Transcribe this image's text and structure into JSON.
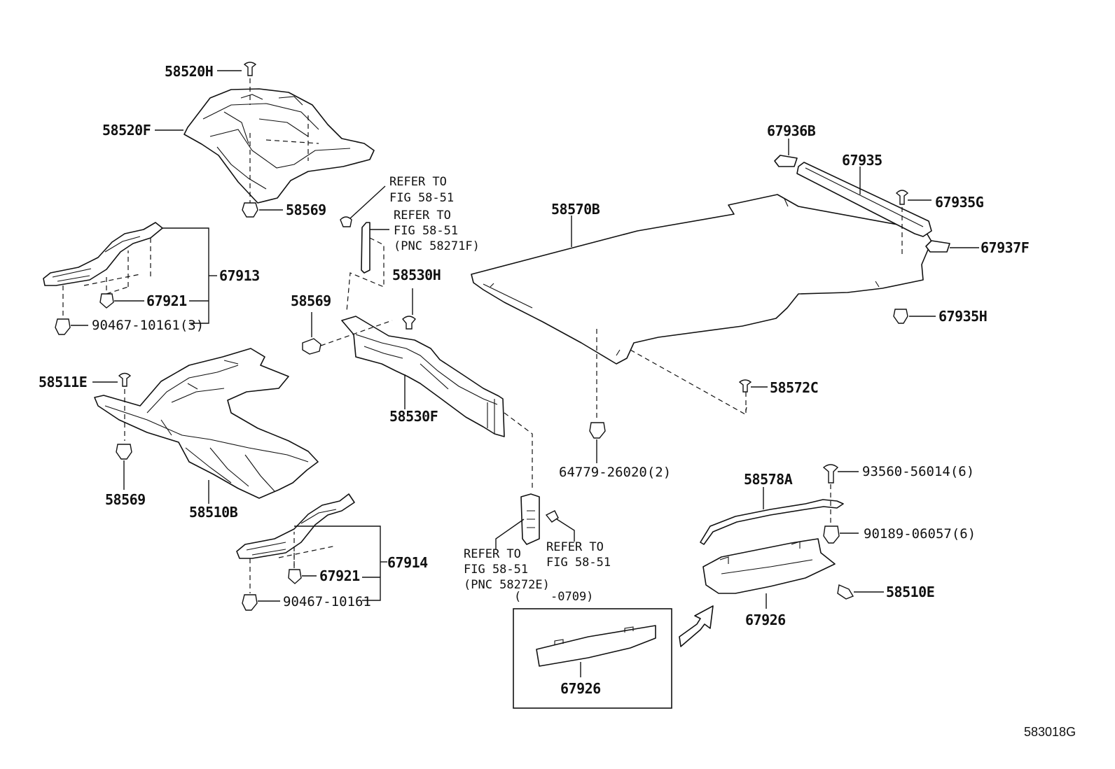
{
  "diagram_code": "583018G",
  "labels": {
    "p58520H": "58520H",
    "p58520F": "58520F",
    "p58569_top": "58569",
    "p67913": "67913",
    "p67921_a": "67921",
    "p90467_3": "90467-10161(3)",
    "p58511E": "58511E",
    "p58569_left": "58569",
    "p58510B": "58510B",
    "p67914": "67914",
    "p67921_b": "67921",
    "p90467": "90467-10161",
    "p58569_mid": "58569",
    "p58530H": "58530H",
    "p58530F": "58530F",
    "p58570B": "58570B",
    "p67936B": "67936B",
    "p67935": "67935",
    "p67935G": "67935G",
    "p67937F": "67937F",
    "p67935H": "67935H",
    "p58572C": "58572C",
    "p64779": "64779-26020(2)",
    "p58578A": "58578A",
    "p93560": "93560-56014(6)",
    "p90189": "90189-06057(6)",
    "p58510E": "58510E",
    "p67926": "67926",
    "p67926_inset": "67926",
    "inset_date_open": "(",
    "inset_date_range": "-0709)"
  },
  "refs": {
    "ref1_l1": "REFER TO",
    "ref1_l2": "FIG 58-51",
    "ref2_l1": "REFER TO",
    "ref2_l2": "FIG 58-51",
    "ref2_l3": "(PNC 58271F)",
    "ref3_l1": "REFER TO",
    "ref3_l2": "FIG 58-51",
    "ref3_l3": "(PNC 58272E)",
    "ref4_l1": "REFER TO",
    "ref4_l2": "FIG 58-51"
  }
}
